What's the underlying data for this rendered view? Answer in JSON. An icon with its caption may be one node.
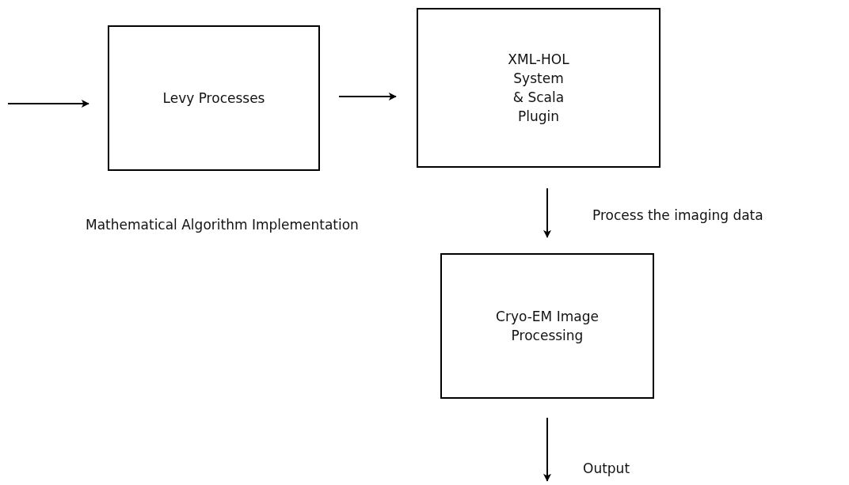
{
  "diagram": {
    "nodes": [
      {
        "text": [
          "Levy Processes"
        ]
      },
      {
        "text": [
          "XML-HOL System & Scala Plugin"
        ]
      },
      {
        "text": [
          "Cryo-EM Image Processing"
        ]
      }
    ],
    "edges": [
      {
        "from": null,
        "to": 0,
        "arrow": "to"
      },
      {
        "from": 0,
        "to": 1,
        "arrow": "to"
      },
      {
        "from": 1,
        "to": 2,
        "arrow": "to",
        "label": "Process the imaging data"
      },
      {
        "from": 2,
        "to": null,
        "arrow": "to",
        "label": "Output"
      }
    ],
    "labels": [
      "Mathematical Algorithm Implementation"
    ]
  }
}
